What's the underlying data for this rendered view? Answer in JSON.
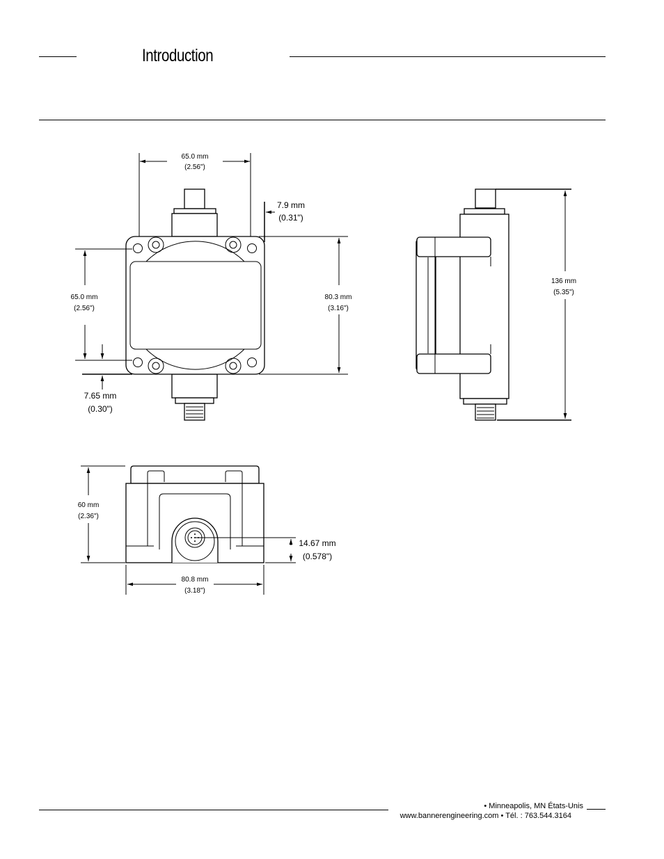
{
  "header": {
    "title": "Introduction"
  },
  "drawings": {
    "front_view": {
      "top_width": {
        "mm": "65.0 mm",
        "in": "(2.56\")"
      },
      "connector_offset": {
        "mm": "7.9 mm",
        "in": "(0.31\")"
      },
      "hole_spacing": {
        "mm": "65.0 mm",
        "in": "(2.56\")"
      },
      "height": {
        "mm": "80.3 mm",
        "in": "(3.16\")"
      },
      "hole_offset": {
        "mm": "7.65 mm",
        "in": "(0.30\")"
      }
    },
    "side_view": {
      "overall_length": {
        "mm": "136 mm",
        "in": "(5.35\")"
      }
    },
    "bottom_view": {
      "depth": {
        "mm": "60 mm",
        "in": "(2.36\")"
      },
      "width": {
        "mm": "80.8 mm",
        "in": "(3.18\")"
      },
      "connector_height": {
        "mm": "14.67 mm",
        "in": "(0.578\")"
      }
    }
  },
  "footer": {
    "address": "• Minneapolis, MN États-Unis",
    "contact": "www.bannerengineering.com • Tél. : 763.544.3164"
  }
}
